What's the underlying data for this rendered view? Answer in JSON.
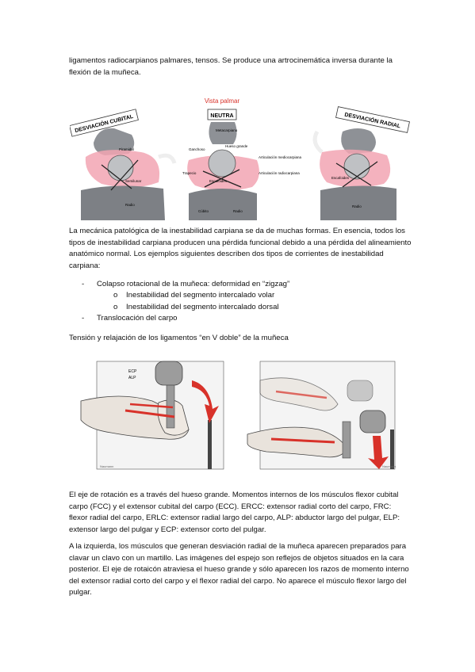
{
  "intro_text": "ligamentos radiocarpianos palmares, tensos. Se produce una artrocinemática inversa durante la flexión de la muñeca.",
  "figure1": {
    "title": "Vista palmar",
    "panel_left": {
      "tag": "DESVIACIÓN CUBITAL",
      "labels": [
        "Piramidal",
        "Semilunar",
        "Radio"
      ]
    },
    "panel_center": {
      "tag": "NEUTRA",
      "labels": [
        "Metacarpiano",
        "Ganchoso",
        "Hueso grande",
        "Trapecio",
        "Escafoides",
        "Articulación mediocarpiana",
        "Articulación radiocarpiana",
        "Cúbito",
        "Radio"
      ]
    },
    "panel_right": {
      "tag": "DESVIACIÓN RADIAL",
      "labels": [
        "Escafoides",
        "Radio"
      ]
    }
  },
  "para2": "La mecánica patológica de la inestabilidad carpiana se da de muchas formas. En esencia, todos los tipos de inestabilidad carpiana producen una pérdida funcional debido a una pérdida del alineamiento anatómico normal. Los ejemplos siguientes describen dos tipos de corrientes de inestabilidad carpiana:",
  "list": {
    "item1": "Colapso rotacional de la muñeca: deformidad en “zigzag”",
    "sub1": "Inestabilidad del segmento intercalado volar",
    "sub2": "Inestabilidad del segmento intercalado dorsal",
    "item2": "Translocación del carpo",
    "dash": "-",
    "bullet": "o"
  },
  "figure2_caption": "Tensión y relajación de los ligamentos “en V doble” de la muñeca",
  "figure2": {
    "labels_left": [
      "ECP",
      "ALP"
    ],
    "signature": "Naumann"
  },
  "para3": "El eje de rotación es a través del hueso grande. Momentos internos de los músculos flexor cubital carpo (FCC) y el extensor cubital del carpo (ECC). ERCC: extensor radial corto del carpo, FRC: flexor radial del carpo, ERLC: extensor radial largo del carpo, ALP: abductor largo del pulgar, ELP: extensor largo del pulgar y ECP: extensor corto del pulgar.",
  "para4": "A la izquierda, los músculos que generan desviación radial de la muñeca aparecen preparados para clavar un clavo con un martillo. Las imágenes del espejo son reflejos de objetos situados en la cara posterior. El eje de rotaicón atraviesa el hueso grande y sólo aparecen los razos de momento interno del extensor radial corto del carpo y el flexor radial del carpo. No aparece el músculo flexor largo del pulgar.",
  "colors": {
    "ligament_pink": "#f2a5b3",
    "arrow_red": "#d8322a",
    "bone_gray": "#8e9196"
  }
}
